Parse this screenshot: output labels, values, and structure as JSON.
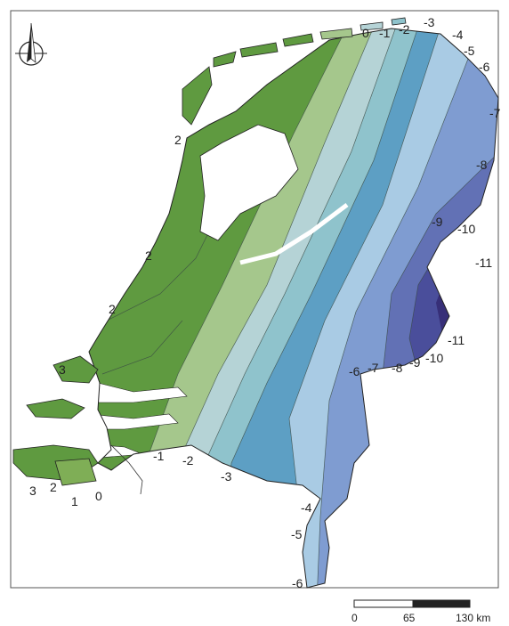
{
  "map": {
    "contour_labels": [
      "2",
      "2",
      "2",
      "3",
      "3",
      "2",
      "1",
      "0",
      "0",
      "-1",
      "-2",
      "-3",
      "-4",
      "-5",
      "-6",
      "-7",
      "-8",
      "-9",
      "-10",
      "-11",
      "-11",
      "-10",
      "-9",
      "-8",
      "-7",
      "-6",
      "-4",
      "-5",
      "-6",
      "-3",
      "-2",
      "-1"
    ],
    "scale_bar": {
      "labels": [
        "0",
        "65",
        "130 km"
      ]
    },
    "colors": {
      "green_dark": "#5f9a40",
      "green_mid": "#7fae56",
      "green_light": "#a5c78c",
      "teal_light": "#b5d3d6",
      "teal": "#8fc3cc",
      "blue_mid": "#5d9fc4",
      "blue_light": "#a9cbe4",
      "blue": "#7f9cd1",
      "violet": "#6271b5",
      "violet_dark": "#4a4e9b",
      "violet_deep": "#372f78",
      "water": "#ffffff",
      "border": "#222222"
    },
    "icons": [
      "north-arrow-icon"
    ]
  }
}
